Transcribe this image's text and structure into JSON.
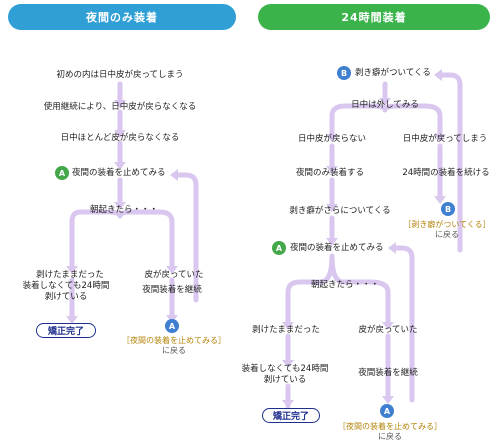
{
  "colors": {
    "left_header": "#2f9fd6",
    "right_header": "#3ab34a",
    "flow_line": "#d9c7ef",
    "badge_a": "#44a84a",
    "badge_b": "#3f7fd0",
    "done_border": "#1f2f8f",
    "return_highlight": "#b5850c"
  },
  "left": {
    "header": "夜間のみ装着",
    "step1": "初めの内は日中皮が戻ってしまう",
    "step2": "使用継続により、日中皮が戻らなくなる",
    "step3": "日中ほとんど皮が戻らなくなる",
    "badge_a": "A",
    "step4": "夜間の装着を止めてみる",
    "step5": "朝起きたら・・・",
    "branch_left": "剥けたままだった",
    "branch_right": "皮が戻っていた",
    "result_left": "装着しなくても24時間\n剥けている",
    "result_right": "夜間装着を継続",
    "done": "矯正完了",
    "return_badge": "A",
    "return_bracket": "［夜間の装着を止めてみる］",
    "return_suffix": "に戻る"
  },
  "right": {
    "header": "24時間装着",
    "badge_b": "B",
    "step1": "剥き癖がついてくる",
    "step2": "日中は外してみる",
    "branch1_left": "日中皮が戻らない",
    "branch1_right": "日中皮が戻ってしまう",
    "branch2_left": "夜間のみ装着する",
    "branch2_right": "24時間の装着を続ける",
    "step3": "剥き癖がさらについてくる",
    "return_b_badge": "B",
    "return_b_bracket": "［剥き癖がついてくる］",
    "return_b_suffix": "に戻る",
    "badge_a": "A",
    "step4": "夜間の装着を止めてみる",
    "step5": "朝起きたら・・・",
    "branch3_left": "剥けたままだった",
    "branch3_right": "皮が戻っていた",
    "result_left": "装着しなくても24時間\n剥けている",
    "result_right": "夜間装着を継続",
    "done": "矯正完了",
    "return_a_badge": "A",
    "return_a_bracket": "［夜間の装着を止めてみる］",
    "return_a_suffix": "に戻る"
  }
}
